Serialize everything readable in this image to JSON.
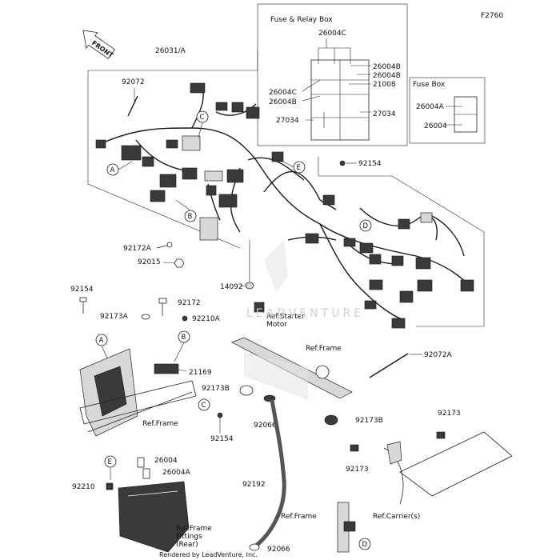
{
  "figure_id": "F2760",
  "front_label": "FRONT",
  "fuse_relay_box": {
    "title": "Fuse & Relay Box",
    "labels": [
      "26004C",
      "26004B",
      "26004B",
      "26004C",
      "21008",
      "26004B",
      "27034",
      "27034"
    ]
  },
  "fuse_box": {
    "title": "Fuse Box",
    "labels": [
      "26004A",
      "26004"
    ]
  },
  "part_labels": {
    "harness": "26031/A",
    "cable_tie_top": "92072",
    "clamp_top_right": "92154",
    "bolt_left": "92172A",
    "nut_left": "92015",
    "grommet": "14092",
    "starter_ref": "Ref.Starter\nMotor",
    "screw_lower_left": "92154",
    "clamp_a": "92173A",
    "bolt_mid": "92172",
    "washer": "92210A",
    "relay_block": "21169",
    "frame_ref_left": "Ref.Frame",
    "screw_c": "92154",
    "frame_ref_mid": "Ref.Frame",
    "cable_tie_mid": "92072A",
    "clamp_b_left": "92173B",
    "clamp_b_right": "92173B",
    "hose_clamp_top": "92066",
    "clamp_right_top": "92173",
    "clamp_right_left": "92173",
    "hose": "92192",
    "hose_clamp_bottom": "92066",
    "frame_ref_bottom": "Ref.Frame",
    "carrier_ref": "Ref.Carrier(s)",
    "fuse_a": "26004",
    "fuse_b": "26004A",
    "washer_e": "92210",
    "frame_fittings_ref": "Ref.Frame\nFittings\n(Rear)"
  },
  "callouts": {
    "a": "A",
    "b": "B",
    "c": "C",
    "d": "D",
    "e": "E"
  },
  "watermark": "LEADVENTURE",
  "credit": "Rendered by LeadVenture, Inc."
}
